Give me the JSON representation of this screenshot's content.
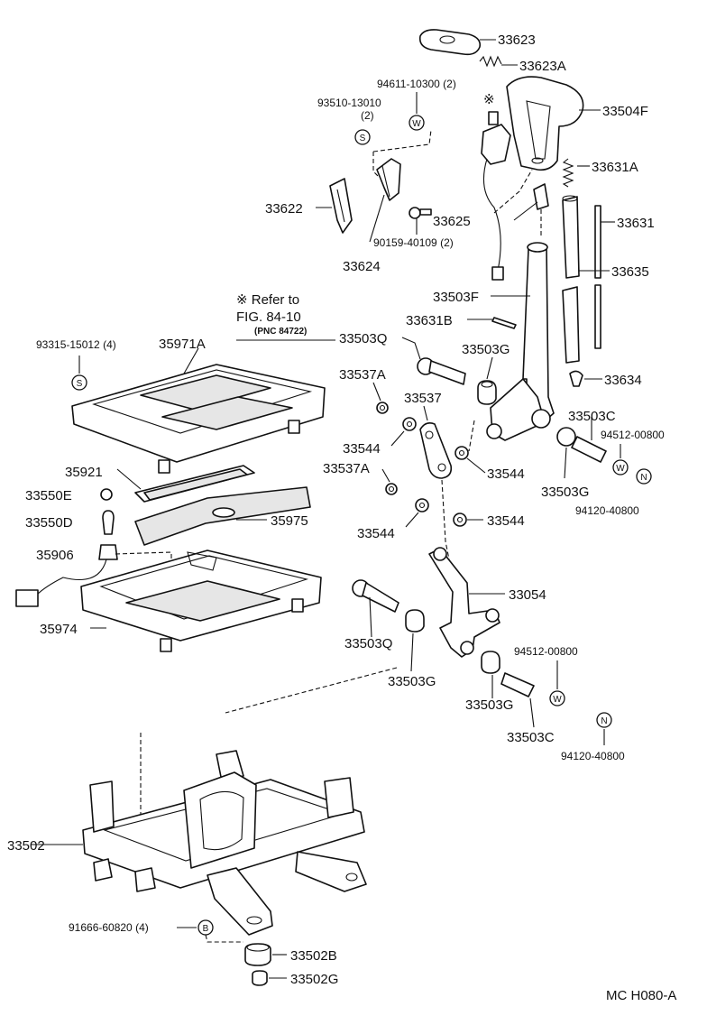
{
  "labels": {
    "p33623": "33623",
    "p33623A": "33623A",
    "p94611": "94611-10300 (2)",
    "p93510": "93510-13010",
    "p93510q": "(2)",
    "p33504F": "33504F",
    "p33631A": "33631A",
    "p33622": "33622",
    "p33625": "33625",
    "p33631": "33631",
    "p90159": "90159-40109 (2)",
    "p33624": "33624",
    "p33635": "33635",
    "p33503F": "33503F",
    "p93315": "93315-15012 (4)",
    "p35971A": "35971A",
    "p33631B": "33631B",
    "p33503Q_1": "33503Q",
    "p33503G_1": "33503G",
    "p33537A_1": "33537A",
    "p33634": "33634",
    "p33537": "33537",
    "p33503C_1": "33503C",
    "p94512_1": "94512-00800",
    "p33544_1": "33544",
    "p33544_2": "33544",
    "p35921": "35921",
    "p33537A_2": "33537A",
    "p33503G_2": "33503G",
    "p94120_1": "94120-40800",
    "p33550E": "33550E",
    "p33550D": "33550D",
    "p35975": "35975",
    "p33544_3": "33544",
    "p33544_4": "33544",
    "p35906": "35906",
    "p33054": "33054",
    "p35974": "35974",
    "p33503Q_2": "33503Q",
    "p94512_2": "94512-00800",
    "p33503G_3": "33503G",
    "p33503G_4": "33503G",
    "p33503C_2": "33503C",
    "p94120_2": "94120-40800",
    "p33502": "33502",
    "p91666": "91666-60820 (4)",
    "p33502B": "33502B",
    "p33502G": "33502G"
  },
  "reference": {
    "mark": "※",
    "line1": "※ Refer to",
    "line2": "FIG. 84-10",
    "line3": "(PNC 84722)"
  },
  "badges": {
    "s": "S",
    "w": "W",
    "n": "N",
    "b": "B"
  },
  "footer": {
    "code": "MC  H080-A"
  }
}
